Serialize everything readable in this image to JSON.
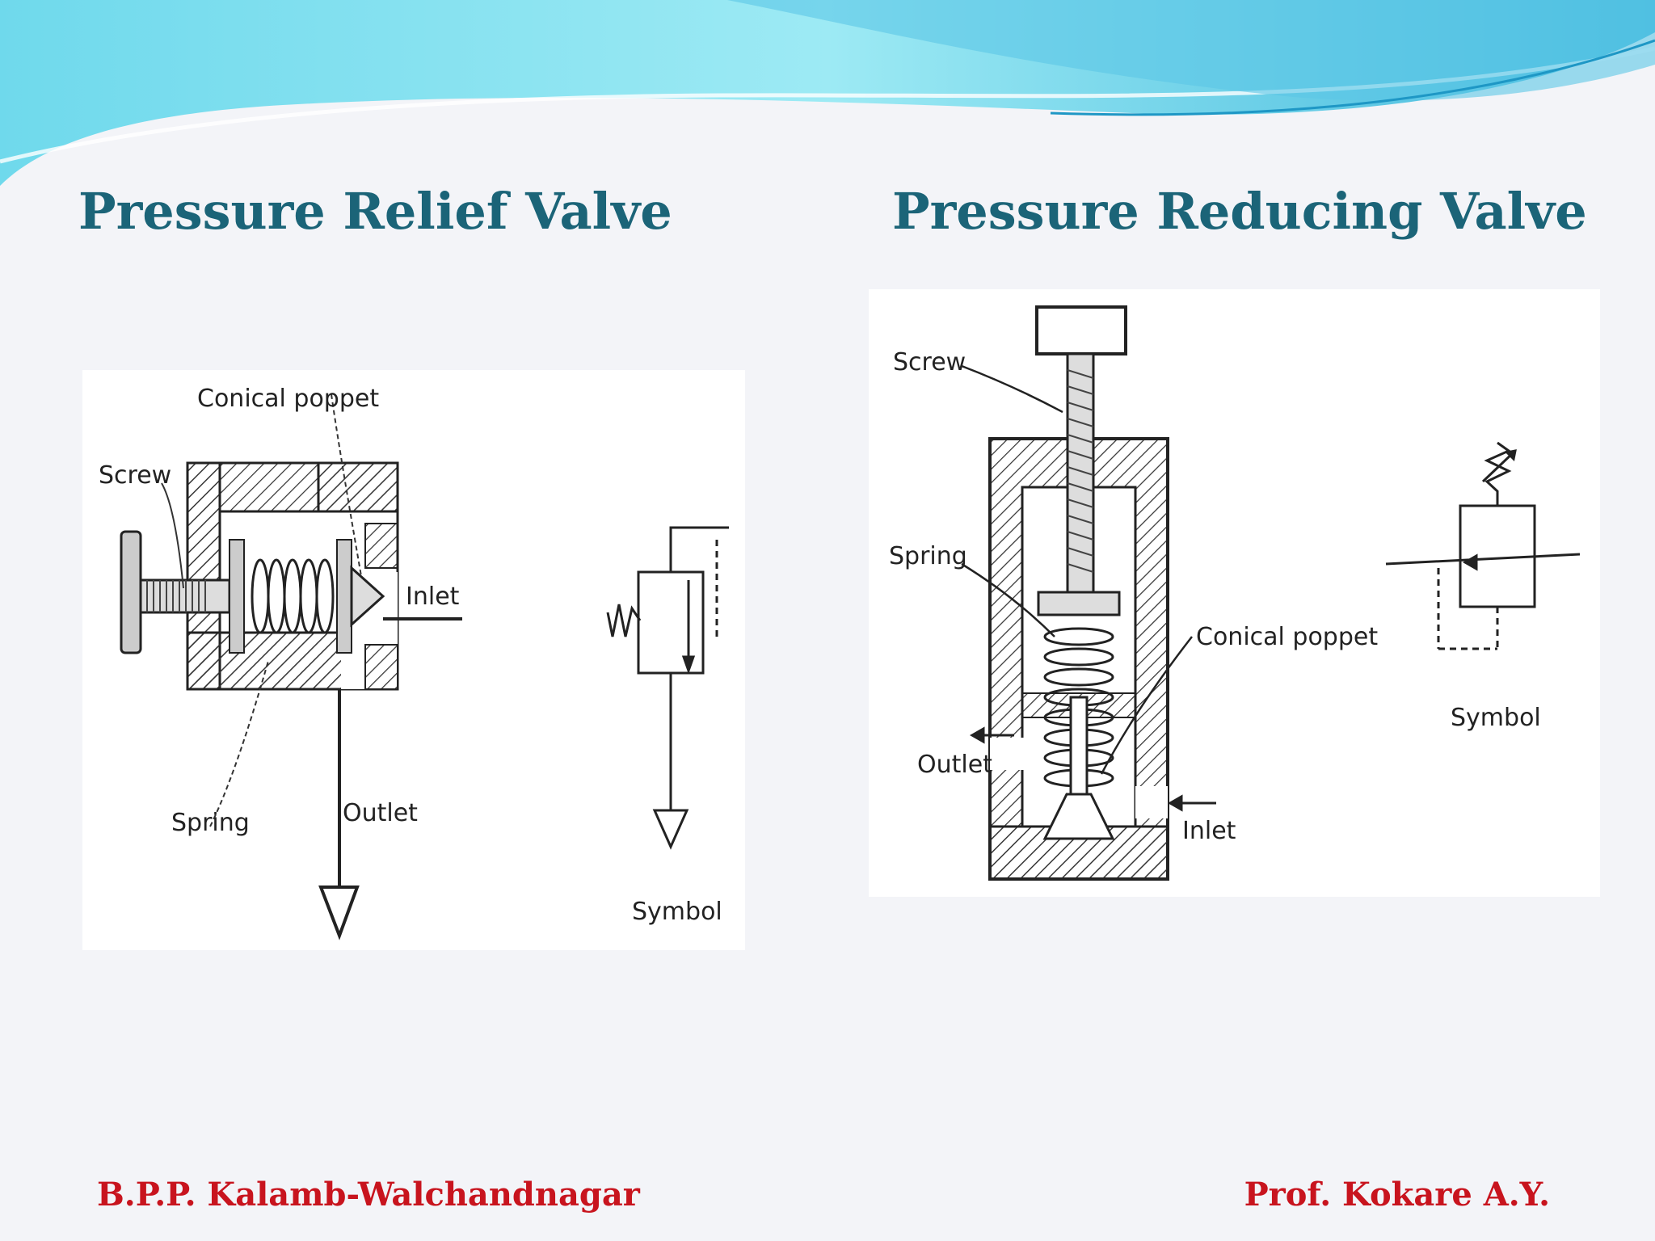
{
  "slide": {
    "left_title": "Pressure Relief Valve",
    "right_title": "Pressure Reducing Valve",
    "footer_left": "B.P.P. Kalamb-Walchandnagar",
    "footer_right": "Prof. Kokare A.Y."
  },
  "relief_diagram": {
    "labels": {
      "conical_poppet": "Conical poppet",
      "screw": "Screw",
      "inlet": "Inlet",
      "spring": "Spring",
      "outlet": "Outlet",
      "symbol": "Symbol"
    }
  },
  "reducing_diagram": {
    "labels": {
      "screw": "Screw",
      "spring": "Spring",
      "conical_poppet": "Conical poppet",
      "outlet": "Outlet",
      "inlet": "Inlet",
      "symbol": "Symbol"
    }
  },
  "colors": {
    "title": "#1b6478",
    "footer": "#c8141e",
    "wave_light": "#8fe6f2",
    "wave_dark": "#2aa9cf"
  }
}
